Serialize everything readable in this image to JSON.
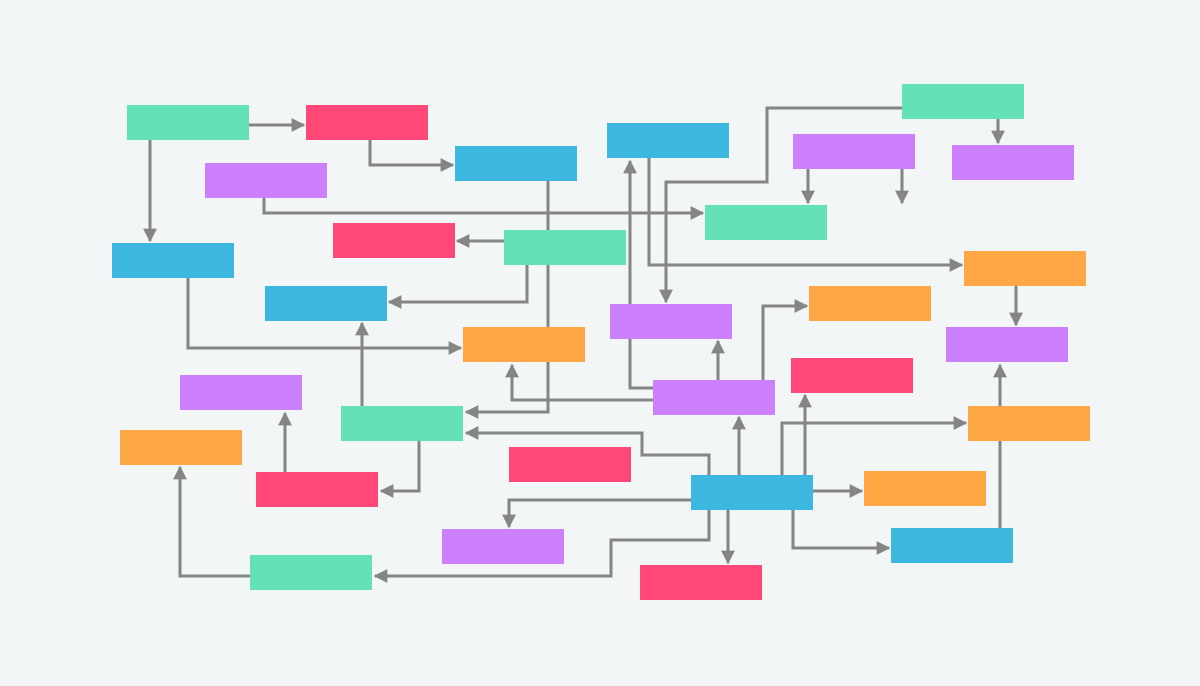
{
  "diagram": {
    "kind": "flowchart",
    "labels_visible": false,
    "connector_color": "#858585",
    "background": "#f2f6f7",
    "palette": {
      "green": "#65e2b5",
      "pink": "#ff4778",
      "blue": "#3cb8e0",
      "purple": "#cd80fd",
      "orange": "#ffa744"
    },
    "nodes": [
      {
        "id": "n1",
        "color": "green"
      },
      {
        "id": "n2",
        "color": "pink"
      },
      {
        "id": "n3",
        "color": "blue"
      },
      {
        "id": "n4",
        "color": "purple"
      },
      {
        "id": "n5",
        "color": "blue"
      },
      {
        "id": "n6",
        "color": "green"
      },
      {
        "id": "n7",
        "color": "blue"
      },
      {
        "id": "n8",
        "color": "purple"
      },
      {
        "id": "n9",
        "color": "green"
      },
      {
        "id": "n10",
        "color": "purple"
      },
      {
        "id": "n11",
        "color": "pink"
      },
      {
        "id": "n12",
        "color": "green"
      },
      {
        "id": "n13",
        "color": "orange"
      },
      {
        "id": "n14",
        "color": "blue"
      },
      {
        "id": "n15",
        "color": "orange"
      },
      {
        "id": "n16",
        "color": "orange"
      },
      {
        "id": "n17",
        "color": "purple"
      },
      {
        "id": "n18",
        "color": "purple"
      },
      {
        "id": "n19",
        "color": "purple"
      },
      {
        "id": "n20",
        "color": "pink"
      },
      {
        "id": "n21",
        "color": "purple"
      },
      {
        "id": "n22",
        "color": "green"
      },
      {
        "id": "n23",
        "color": "orange"
      },
      {
        "id": "n24",
        "color": "orange"
      },
      {
        "id": "n25",
        "color": "pink"
      },
      {
        "id": "n26",
        "color": "pink"
      },
      {
        "id": "n27",
        "color": "blue"
      },
      {
        "id": "n28",
        "color": "orange"
      },
      {
        "id": "n29",
        "color": "purple"
      },
      {
        "id": "n30",
        "color": "blue"
      },
      {
        "id": "n31",
        "color": "green"
      },
      {
        "id": "n32",
        "color": "pink"
      }
    ],
    "edges": [
      {
        "from": "n1",
        "to": "n2"
      },
      {
        "from": "n1",
        "to": "n7"
      },
      {
        "from": "n2",
        "to": "n3"
      },
      {
        "from": "n4",
        "to": "n9"
      },
      {
        "from": "n6",
        "to": "n8"
      },
      {
        "from": "n6",
        "to": "n10"
      },
      {
        "from": "n6",
        "to": "n18"
      },
      {
        "from": "n5",
        "to": "n13"
      },
      {
        "from": "n12",
        "to": "n11"
      },
      {
        "from": "n12",
        "to": "n14"
      },
      {
        "from": "n3",
        "to": "n22"
      },
      {
        "from": "n7",
        "to": "n16"
      },
      {
        "from": "n13",
        "to": "n17"
      },
      {
        "from": "n19",
        "to": "n15"
      },
      {
        "from": "n22",
        "to": "n14"
      },
      {
        "from": "n22",
        "to": "n26"
      },
      {
        "from": "n19",
        "to": "n16"
      },
      {
        "from": "n19",
        "to": "n18"
      },
      {
        "from": "n19",
        "to": "n5"
      },
      {
        "from": "n26",
        "to": "n21"
      },
      {
        "from": "n31",
        "to": "n23"
      },
      {
        "from": "n27",
        "to": "n19"
      },
      {
        "from": "n27",
        "to": "n20"
      },
      {
        "from": "n27",
        "to": "n24"
      },
      {
        "from": "n27",
        "to": "n22"
      },
      {
        "from": "n27",
        "to": "n28"
      },
      {
        "from": "n27",
        "to": "n29"
      },
      {
        "from": "n27",
        "to": "n30"
      },
      {
        "from": "n27",
        "to": "n32"
      },
      {
        "from": "n27",
        "to": "n31"
      },
      {
        "from": "n30",
        "to": "n17"
      }
    ]
  }
}
